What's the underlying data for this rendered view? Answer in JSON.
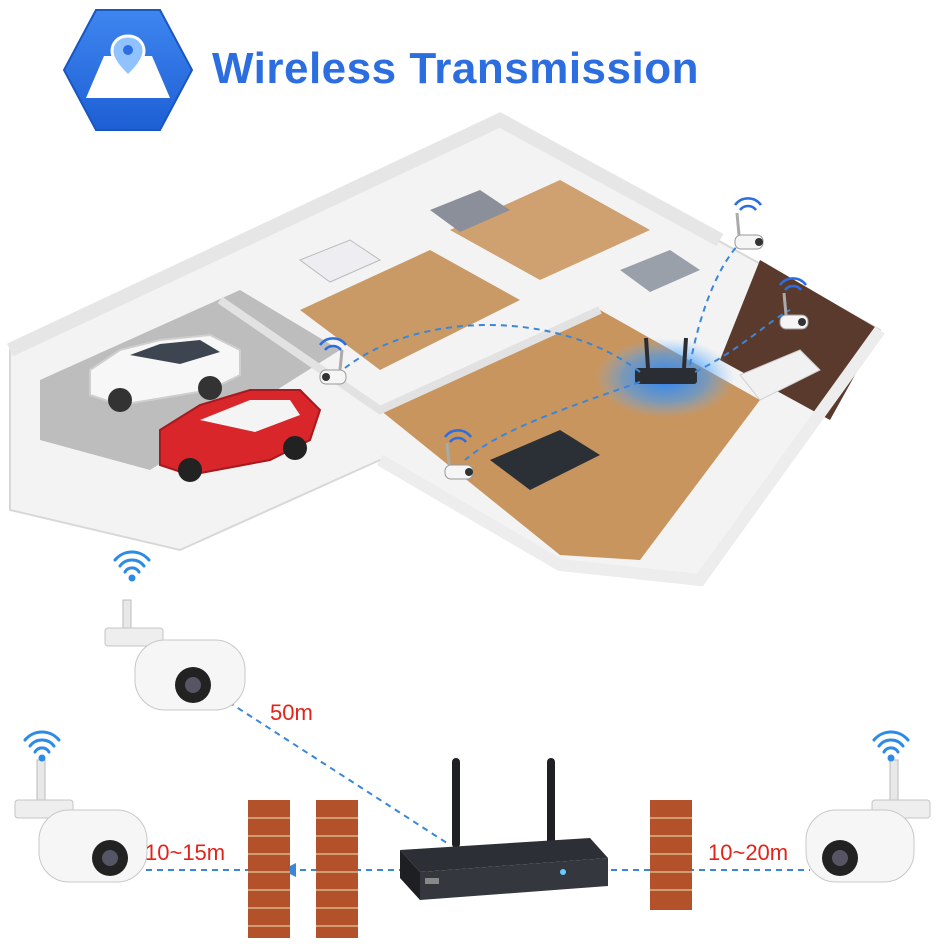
{
  "header": {
    "title": "Wireless Transmission",
    "icon": "location-pin-hexagon-icon",
    "accent_color": "#2c6ee0"
  },
  "floorplan": {
    "illustration": "isometric-house-floorplan",
    "hub_glow_color": "#1f7fff",
    "link_color": "#3a86d8"
  },
  "distances": {
    "top_camera": "50m",
    "left_camera": "10~15m",
    "right_camera": "10~20m",
    "label_color": "#e2231a"
  },
  "devices": {
    "nvr_icon": "nvr-recorder-icon",
    "camera_icon": "bullet-camera-icon",
    "wall_icon": "brick-wall-icon",
    "wifi_icon": "wifi-icon"
  }
}
